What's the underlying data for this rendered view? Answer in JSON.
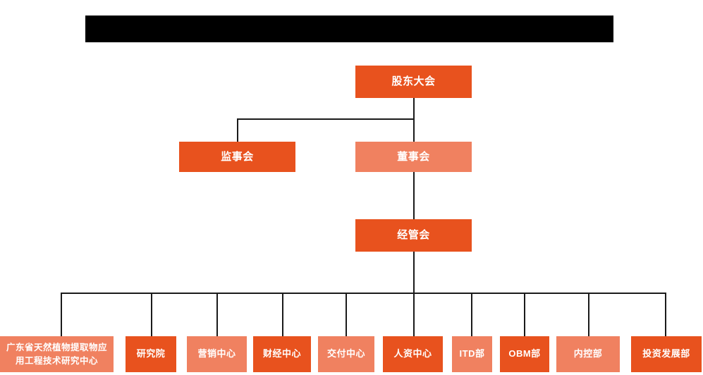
{
  "page": {
    "title_banner": "",
    "background_color": "#FFFFFF"
  },
  "colors": {
    "primary": "#E8521E",
    "secondary": "#F08160",
    "connector": "#1A1A1A",
    "text": "#FFFFFF",
    "banner": "#000000"
  },
  "org_chart": {
    "type": "organization-chart",
    "levels": [
      {
        "level": 1,
        "nodes": [
          {
            "id": "shareholders",
            "label": "股东大会",
            "color": "primary"
          }
        ]
      },
      {
        "level": 2,
        "nodes": [
          {
            "id": "supervisors",
            "label": "监事会",
            "color": "primary"
          },
          {
            "id": "directors",
            "label": "董事会",
            "color": "secondary"
          }
        ]
      },
      {
        "level": 3,
        "nodes": [
          {
            "id": "management",
            "label": "经管会",
            "color": "primary"
          }
        ]
      },
      {
        "level": 4,
        "nodes": [
          {
            "id": "research-center",
            "label": "广东省天然植物提取物应\n用工程技术研究中心",
            "color": "secondary"
          },
          {
            "id": "research-institute",
            "label": "研究院",
            "color": "primary"
          },
          {
            "id": "marketing-center",
            "label": "营销中心",
            "color": "secondary"
          },
          {
            "id": "finance-center",
            "label": "财经中心",
            "color": "primary"
          },
          {
            "id": "delivery-center",
            "label": "交付中心",
            "color": "secondary"
          },
          {
            "id": "hr-center",
            "label": "人资中心",
            "color": "primary"
          },
          {
            "id": "itd-dept",
            "label": "ITD部",
            "color": "secondary"
          },
          {
            "id": "obm-dept",
            "label": "OBM部",
            "color": "primary"
          },
          {
            "id": "internal-control-dept",
            "label": "内控部",
            "color": "secondary"
          },
          {
            "id": "investment-development-dept",
            "label": "投资发展部",
            "color": "primary"
          }
        ]
      }
    ],
    "edges": [
      {
        "from": "shareholders",
        "to": "supervisors"
      },
      {
        "from": "shareholders",
        "to": "directors"
      },
      {
        "from": "directors",
        "to": "management"
      },
      {
        "from": "management",
        "to": "research-center"
      },
      {
        "from": "management",
        "to": "research-institute"
      },
      {
        "from": "management",
        "to": "marketing-center"
      },
      {
        "from": "management",
        "to": "finance-center"
      },
      {
        "from": "management",
        "to": "delivery-center"
      },
      {
        "from": "management",
        "to": "hr-center"
      },
      {
        "from": "management",
        "to": "itd-dept"
      },
      {
        "from": "management",
        "to": "obm-dept"
      },
      {
        "from": "management",
        "to": "internal-control-dept"
      },
      {
        "from": "management",
        "to": "investment-development-dept"
      }
    ]
  }
}
